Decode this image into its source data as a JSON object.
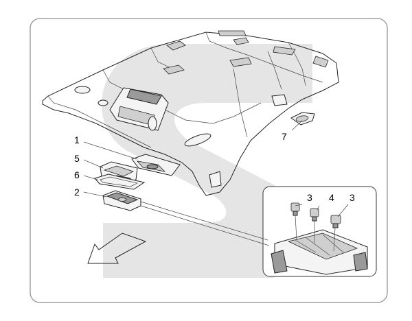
{
  "diagram": {
    "callouts": {
      "c1": "1",
      "c2": "2",
      "c3a": "3",
      "c3b": "3",
      "c4": "4",
      "c5": "5",
      "c6": "6",
      "c7": "7"
    },
    "colors": {
      "watermark": "#d6d6d6",
      "frame": "#8c8c8c",
      "line": "#222222"
    }
  }
}
